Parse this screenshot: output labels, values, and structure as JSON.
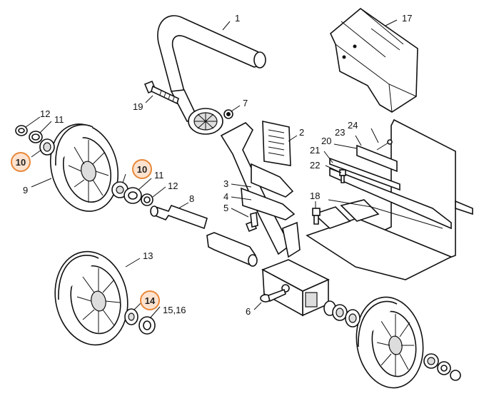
{
  "diagram": {
    "labels": {
      "p1": "1",
      "p2": "2",
      "p3": "3",
      "p4": "4",
      "p5": "5",
      "p6": "6",
      "p7": "7",
      "p8": "8",
      "p9": "9",
      "p10a": "10",
      "p10b": "10",
      "p11a": "11",
      "p11b": "11",
      "p12a": "12",
      "p12b": "12",
      "p13": "13",
      "p14": "14",
      "p1516": "15,16",
      "p17": "17",
      "p18": "18",
      "p19": "19",
      "p20": "20",
      "p21": "21",
      "p22": "22",
      "p23": "23",
      "p24": "24"
    },
    "highlight_color": "#e8883a"
  }
}
